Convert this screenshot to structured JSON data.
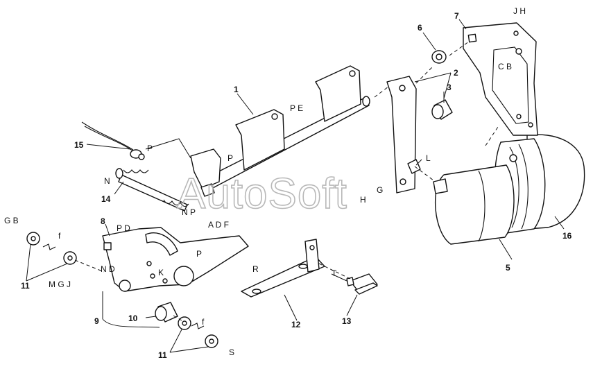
{
  "watermark": "AutoSoft",
  "callouts": {
    "n1": "1",
    "n2": "2",
    "n3": "3",
    "n5": "5",
    "n6": "6",
    "n7": "7",
    "n8": "8",
    "n9": "9",
    "n10": "10",
    "n11a": "11",
    "n11b": "11",
    "n12": "12",
    "n13": "13",
    "n14": "14",
    "n15": "15",
    "n16": "16"
  },
  "letters": {
    "jh": "J H",
    "cb": "C B",
    "pe": "P E",
    "p_cable": "P",
    "p_mid": "P",
    "n_spring": "N",
    "np": "N  P",
    "l": "L",
    "g": "G",
    "h": "H",
    "gb": "G B",
    "f1": "f",
    "mgj": "M G J",
    "pd": "P D",
    "adf": "A D F",
    "p_lever": "P",
    "nd": "N D",
    "k": "K",
    "r": "R",
    "t": "T",
    "f2": "f",
    "s": "S"
  }
}
